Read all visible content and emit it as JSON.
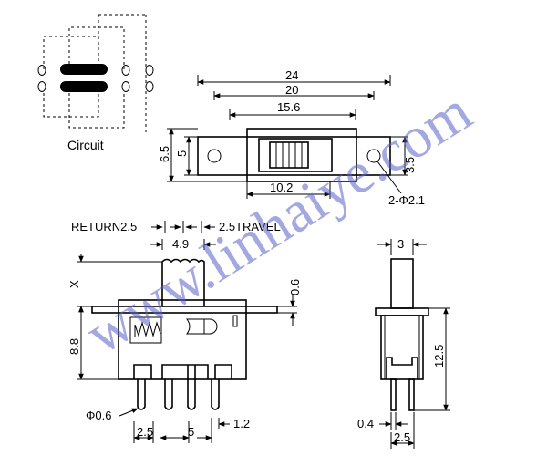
{
  "circuit": {
    "label": "Circuit"
  },
  "top_view": {
    "dim_24": "24",
    "dim_20": "20",
    "dim_15_6": "15.6",
    "dim_6_5": "6.5",
    "dim_5": "5",
    "dim_3_5": "3.5",
    "dim_10_2": "10.2",
    "hole_label": "2-Φ2.1"
  },
  "side_view": {
    "return_label": "RETURN2.5",
    "travel_label": "2.5TRAVEL",
    "dim_4_9": "4.9",
    "dim_x": "X",
    "dim_0_6": "0.6",
    "dim_8_8": "8.8",
    "pin_dia": "Φ0.6",
    "dim_2_5": "2.5",
    "dim_5": "5",
    "dim_1_2": "1.2"
  },
  "end_view": {
    "dim_3": "3",
    "dim_12_5": "12.5",
    "dim_0_4": "0.4",
    "dim_2_5": "2.5"
  },
  "watermark": "www.linhaiye.com"
}
